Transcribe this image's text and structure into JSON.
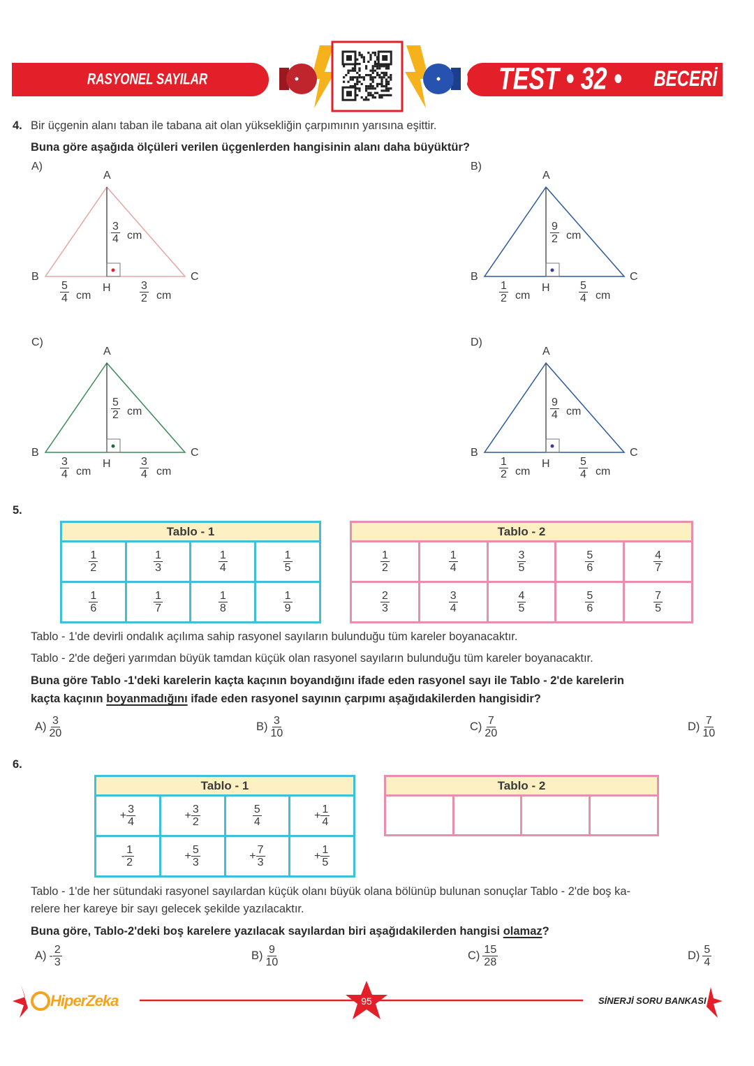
{
  "header": {
    "section": "RASYONEL SAYILAR",
    "test": "TEST • 32 •",
    "type": "BECERİ",
    "accent": "#e3202a"
  },
  "q4": {
    "number": "4.",
    "text": "Bir üçgenin alanı taban ile tabana ait olan yüksekliğin çarpımının yarısına eşittir.",
    "question": "Buna göre aşağıda ölçüleri verilen üçgenlerden hangisinin alanı daha büyüktür?",
    "options": [
      {
        "label": "A)",
        "A": "A",
        "B": "B",
        "C": "C",
        "H": "H",
        "unit": "cm",
        "height": {
          "s": "",
          "n": "3",
          "d": "4"
        },
        "bh": {
          "s": "",
          "n": "5",
          "d": "4"
        },
        "hc": {
          "s": "",
          "n": "3",
          "d": "2"
        },
        "color": "#e8a5a5",
        "dot": "#e3202a"
      },
      {
        "label": "B)",
        "A": "A",
        "B": "B",
        "C": "C",
        "H": "H",
        "unit": "cm",
        "height": {
          "s": "",
          "n": "9",
          "d": "2"
        },
        "bh": {
          "s": "",
          "n": "1",
          "d": "2"
        },
        "hc": {
          "s": "",
          "n": "5",
          "d": "4"
        },
        "color": "#2c5a9c",
        "dot": "#3a3a9a"
      },
      {
        "label": "C)",
        "A": "A",
        "B": "B",
        "C": "C",
        "H": "H",
        "unit": "cm",
        "height": {
          "s": "",
          "n": "5",
          "d": "2"
        },
        "bh": {
          "s": "",
          "n": "3",
          "d": "4"
        },
        "hc": {
          "s": "",
          "n": "3",
          "d": "4"
        },
        "color": "#3d8a5a",
        "dot": "#1f6a3a"
      },
      {
        "label": "D)",
        "A": "A",
        "B": "B",
        "C": "C",
        "H": "H",
        "unit": "cm",
        "height": {
          "s": "",
          "n": "9",
          "d": "4"
        },
        "bh": {
          "s": "",
          "n": "1",
          "d": "2"
        },
        "hc": {
          "s": "",
          "n": "5",
          "d": "4"
        },
        "color": "#2c5a9c",
        "dot": "#3a3a9a"
      }
    ]
  },
  "q5": {
    "number": "5.",
    "table1": {
      "title": "Tablo - 1",
      "rows": [
        [
          {
            "s": "",
            "n": "1",
            "d": "2"
          },
          {
            "s": "",
            "n": "1",
            "d": "3"
          },
          {
            "s": "",
            "n": "1",
            "d": "4"
          },
          {
            "s": "",
            "n": "1",
            "d": "5"
          }
        ],
        [
          {
            "s": "",
            "n": "1",
            "d": "6"
          },
          {
            "s": "",
            "n": "1",
            "d": "7"
          },
          {
            "s": "",
            "n": "1",
            "d": "8"
          },
          {
            "s": "",
            "n": "1",
            "d": "9"
          }
        ]
      ]
    },
    "table2": {
      "title": "Tablo - 2",
      "rows": [
        [
          {
            "s": "",
            "n": "1",
            "d": "2"
          },
          {
            "s": "",
            "n": "1",
            "d": "4"
          },
          {
            "s": "",
            "n": "3",
            "d": "5"
          },
          {
            "s": "",
            "n": "5",
            "d": "6"
          },
          {
            "s": "",
            "n": "4",
            "d": "7"
          }
        ],
        [
          {
            "s": "",
            "n": "2",
            "d": "3"
          },
          {
            "s": "",
            "n": "3",
            "d": "4"
          },
          {
            "s": "",
            "n": "4",
            "d": "5"
          },
          {
            "s": "",
            "n": "5",
            "d": "6"
          },
          {
            "s": "",
            "n": "7",
            "d": "5"
          }
        ]
      ]
    },
    "text1": "Tablo - 1'de devirli ondalık açılıma sahip rasyonel sayıların bulunduğu tüm kareler boyanacaktır.",
    "text2": "Tablo - 2'de değeri yarımdan büyük tamdan küçük olan rasyonel sayıların bulunduğu tüm kareler boyanacaktır.",
    "question_line1": "Buna göre Tablo -1'deki karelerin kaçta kaçının boyandığını ifade eden rasyonel sayı ile Tablo - 2'de karelerin",
    "question_line2_pre": "kaçta kaçının ",
    "question_line2_underlined": "boyanmadığını",
    "question_line2_post": " ifade eden rasyonel sayının çarpımı aşağıdakilerden hangisidir?",
    "options": [
      {
        "label": "A)",
        "v": {
          "s": "",
          "n": "3",
          "d": "20"
        }
      },
      {
        "label": "B)",
        "v": {
          "s": "",
          "n": "3",
          "d": "10"
        }
      },
      {
        "label": "C)",
        "v": {
          "s": "",
          "n": "7",
          "d": "20"
        }
      },
      {
        "label": "D)",
        "v": {
          "s": "",
          "n": "7",
          "d": "10"
        }
      }
    ]
  },
  "q6": {
    "number": "6.",
    "table1": {
      "title": "Tablo - 1",
      "rows": [
        [
          {
            "s": "+",
            "n": "3",
            "d": "4"
          },
          {
            "s": "+",
            "n": "3",
            "d": "2"
          },
          {
            "s": "",
            "n": "5",
            "d": "4"
          },
          {
            "s": "+",
            "n": "1",
            "d": "4"
          }
        ],
        [
          {
            "s": "-",
            "n": "1",
            "d": "2"
          },
          {
            "s": "+",
            "n": "5",
            "d": "3"
          },
          {
            "s": "+",
            "n": "7",
            "d": "3"
          },
          {
            "s": "+",
            "n": "1",
            "d": "5"
          }
        ]
      ]
    },
    "table2": {
      "title": "Tablo - 2",
      "empty_cells": 4
    },
    "text1": "Tablo - 1'de her sütundaki rasyonel sayılardan küçük olanı büyük olana bölünüp bulunan sonuçlar Tablo - 2'de boş ka-",
    "text2": "relere her kareye bir sayı gelecek şekilde yazılacaktır.",
    "question_pre": "Buna göre, Tablo-2'deki boş karelere yazılacak sayılardan biri aşağıdakilerden hangisi ",
    "question_underlined": "olamaz",
    "question_post": "?",
    "options": [
      {
        "label": "A)",
        "v": {
          "s": "-",
          "n": "2",
          "d": "3"
        }
      },
      {
        "label": "B)",
        "v": {
          "s": "",
          "n": "9",
          "d": "10"
        }
      },
      {
        "label": "C)",
        "v": {
          "s": "",
          "n": "15",
          "d": "28"
        }
      },
      {
        "label": "D)",
        "v": {
          "s": "",
          "n": "5",
          "d": "4"
        }
      }
    ]
  },
  "footer": {
    "logo": "HiperZeka",
    "page": "95",
    "series": "SİNERJİ SORU BANKASI"
  }
}
